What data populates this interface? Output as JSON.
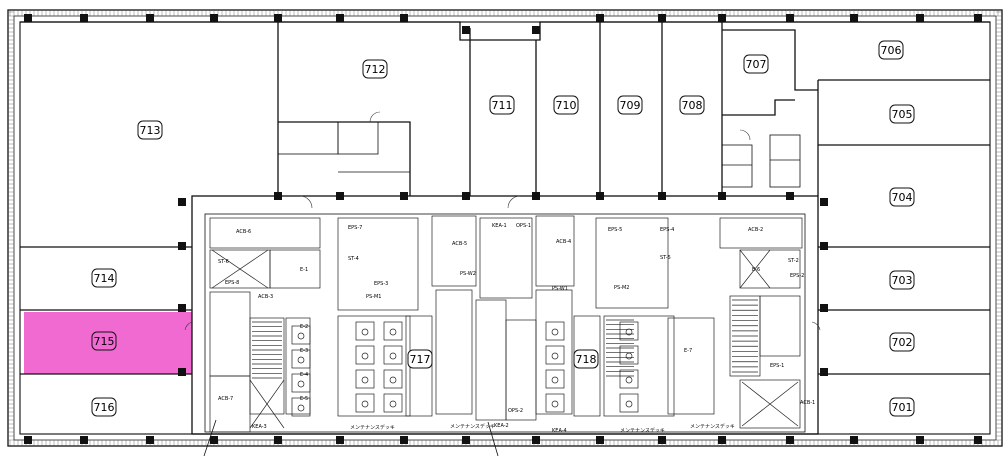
{
  "highlight_color": "#f06ad2",
  "line_color": "#111111",
  "rooms": [
    {
      "label": "706"
    },
    {
      "label": "712"
    },
    {
      "label": "707"
    },
    {
      "label": "713"
    },
    {
      "label": "711"
    },
    {
      "label": "710"
    },
    {
      "label": "709"
    },
    {
      "label": "708"
    },
    {
      "label": "705"
    },
    {
      "label": "704"
    },
    {
      "label": "714"
    },
    {
      "label": "703"
    },
    {
      "label": "715",
      "selected": true
    },
    {
      "label": "702"
    },
    {
      "label": "717"
    },
    {
      "label": "718"
    },
    {
      "label": "716"
    },
    {
      "label": "701"
    }
  ],
  "core_labels": [
    "ACB-6",
    "ACB-3",
    "ACB-4",
    "ACB-2",
    "ACB-5",
    "ACB-7",
    "ACB-1",
    "EPS-7",
    "EPS-8",
    "EPS-3",
    "EPS-2",
    "EPS-1",
    "EPS-4",
    "EPS-5",
    "PS-M1",
    "PS-W2",
    "PS-W1",
    "PS-M2",
    "KEA-1",
    "KEA-2",
    "KEA-3",
    "KEA-4",
    "OPS-1",
    "OPS-2",
    "メンテナンスデッキ",
    "メンテナンスデッキ",
    "メンテナンスデッキ",
    "メンテナンスデッキ",
    "ST-6",
    "ST-4",
    "ST-2",
    "ST-5",
    "E-1",
    "E-2",
    "E-3",
    "E-4",
    "E-5",
    "E-6",
    "E-7"
  ]
}
